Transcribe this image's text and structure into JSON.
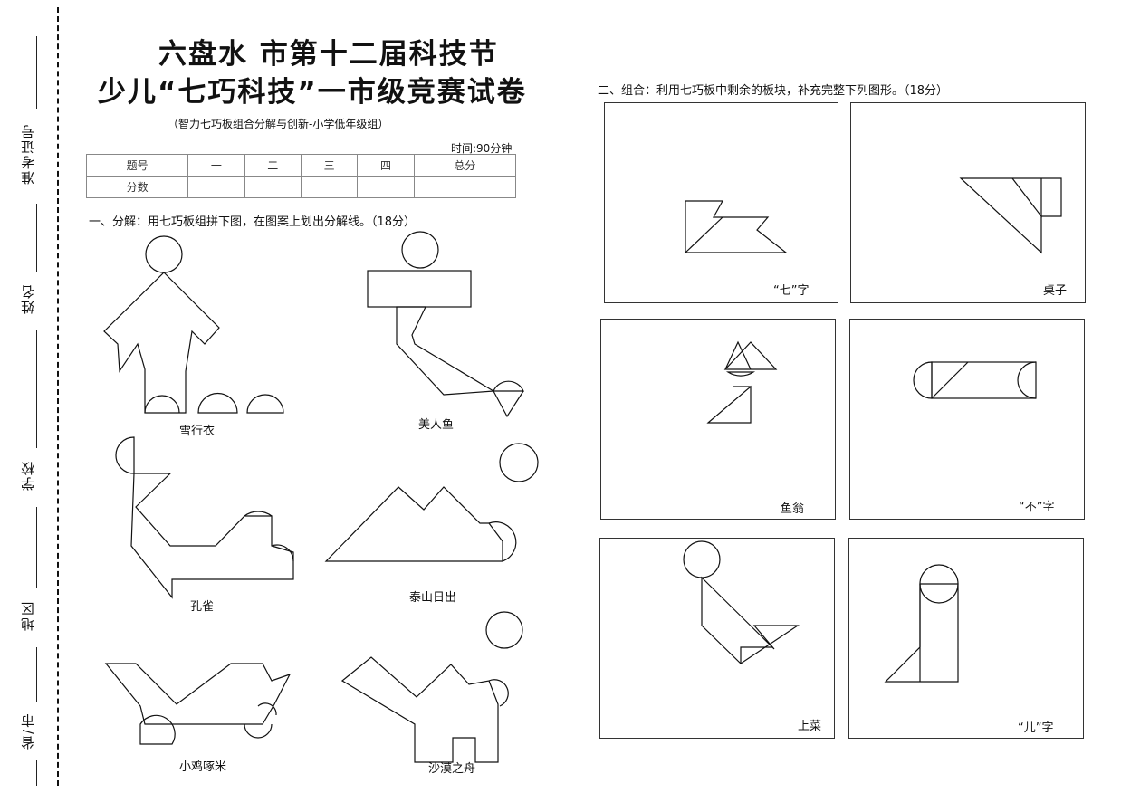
{
  "sidebar": {
    "exam_id_label": "准考证号",
    "name_label": "姓名",
    "school_label": "学校",
    "district_label": "地区",
    "province_label": "省/市"
  },
  "header": {
    "title_line1": "六盘水 市第十二届科技节",
    "title_line2": "少儿“七巧科技”一市级竞赛试卷",
    "subtitle": "（智力七巧板组合分解与创新-小学低年级组）",
    "time_label": "时间:90分钟"
  },
  "score_table": {
    "row1": [
      "题号",
      "一",
      "二",
      "三",
      "四",
      "总分"
    ],
    "row2_label": "分数"
  },
  "section1": {
    "heading": "一、分解：用七巧板组拼下图，在图案上划出分解线。（18分）",
    "figures": [
      "雪行衣",
      "美人鱼",
      "孔雀",
      "泰山日出",
      "小鸡啄米",
      "沙漠之舟"
    ]
  },
  "section2": {
    "heading": "二、组合：利用七巧板中剩余的板块，补充完整下列图形。（18分）",
    "boxes": [
      "“七”字",
      "桌子",
      "鱼翁",
      "“不”字",
      "上菜",
      "“儿”字"
    ]
  }
}
